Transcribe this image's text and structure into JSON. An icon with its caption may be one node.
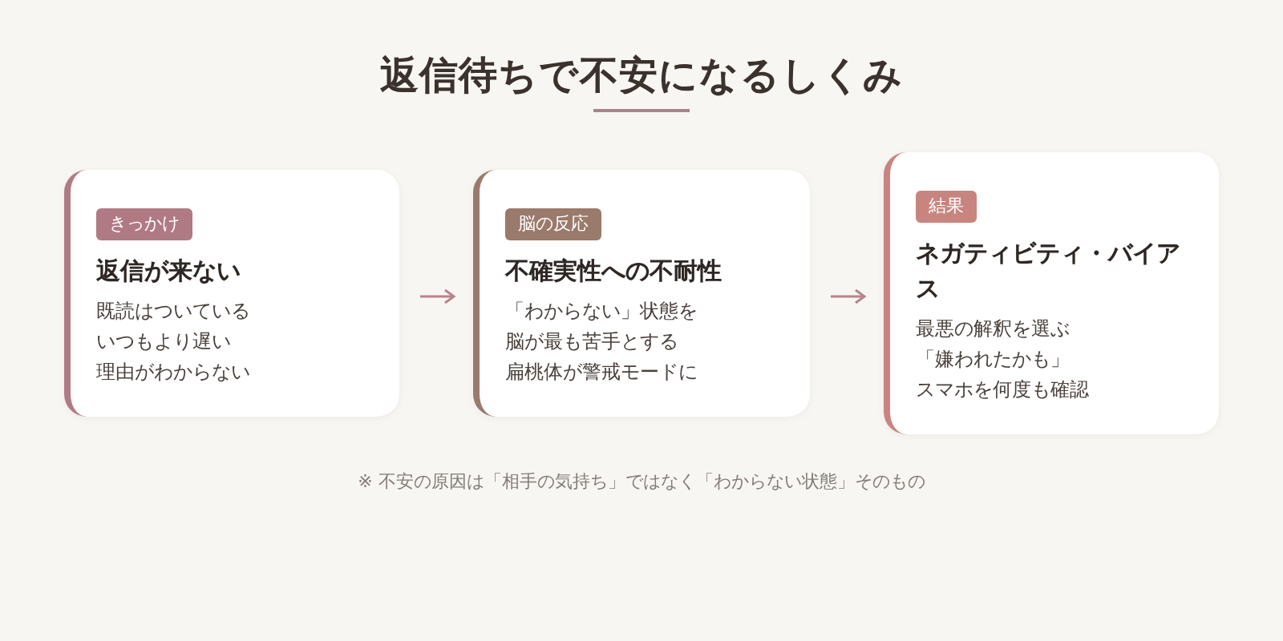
{
  "diagram": {
    "title": "返信待ちで不安になるしくみ",
    "nodes": [
      {
        "text": [
          "きっかけ",
          "返信が来ない",
          "既読はついている",
          "いつもより遅い",
          "理由がわからない"
        ]
      },
      {
        "text": [
          "脳の反応",
          "不確実性への不耐性",
          "「わからない」状態を",
          "脳が最も苦手とする",
          "扁桃体が警戒モードに"
        ]
      },
      {
        "text": [
          "結果",
          "ネガティビティ・バイアス",
          "最悪の解釈を選ぶ",
          "「嫌われたかも」",
          "スマホを何度も確認"
        ]
      }
    ],
    "edges": [
      {
        "from": 0,
        "to": 1,
        "arrow": "to"
      },
      {
        "from": 1,
        "to": 2,
        "arrow": "to"
      }
    ],
    "caption": "※ 不安の原因は「相手の気持ち」ではなく「わからない状態」そのもの"
  }
}
